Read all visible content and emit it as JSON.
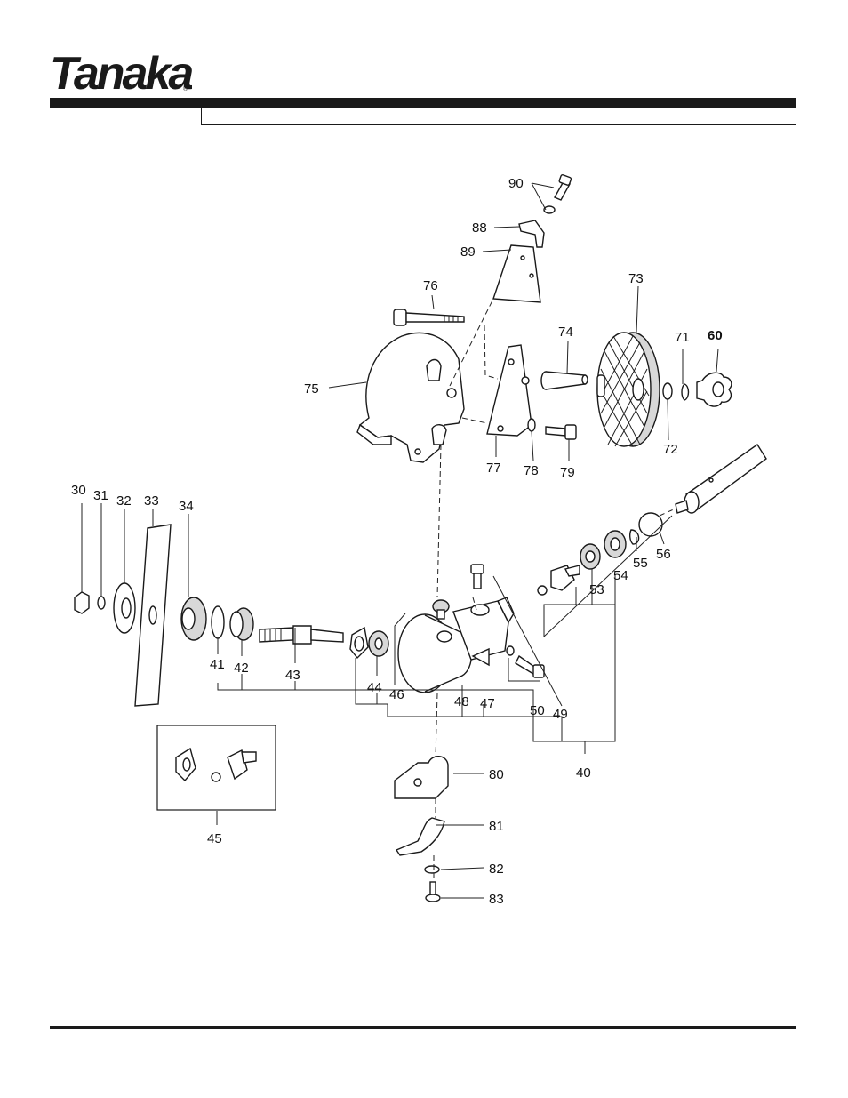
{
  "brand": {
    "logo_text": "Tanaka",
    "registered_mark": "®",
    "color": "#1a1a1a"
  },
  "callouts": [
    {
      "id": "30",
      "label": "30"
    },
    {
      "id": "31",
      "label": "31"
    },
    {
      "id": "32",
      "label": "32"
    },
    {
      "id": "33",
      "label": "33"
    },
    {
      "id": "34",
      "label": "34"
    },
    {
      "id": "40",
      "label": "40"
    },
    {
      "id": "41",
      "label": "41"
    },
    {
      "id": "42",
      "label": "42"
    },
    {
      "id": "43",
      "label": "43"
    },
    {
      "id": "44",
      "label": "44"
    },
    {
      "id": "45",
      "label": "45"
    },
    {
      "id": "46",
      "label": "46"
    },
    {
      "id": "47",
      "label": "47"
    },
    {
      "id": "48",
      "label": "48"
    },
    {
      "id": "49",
      "label": "49"
    },
    {
      "id": "50",
      "label": "50"
    },
    {
      "id": "53",
      "label": "53"
    },
    {
      "id": "54",
      "label": "54"
    },
    {
      "id": "55",
      "label": "55"
    },
    {
      "id": "56",
      "label": "56"
    },
    {
      "id": "60",
      "label": "60"
    },
    {
      "id": "71",
      "label": "71"
    },
    {
      "id": "72",
      "label": "72"
    },
    {
      "id": "73",
      "label": "73"
    },
    {
      "id": "74",
      "label": "74"
    },
    {
      "id": "75",
      "label": "75"
    },
    {
      "id": "76",
      "label": "76"
    },
    {
      "id": "77",
      "label": "77"
    },
    {
      "id": "78",
      "label": "78"
    },
    {
      "id": "79",
      "label": "79"
    },
    {
      "id": "80",
      "label": "80"
    },
    {
      "id": "81",
      "label": "81"
    },
    {
      "id": "82",
      "label": "82"
    },
    {
      "id": "83",
      "label": "83"
    },
    {
      "id": "88",
      "label": "88"
    },
    {
      "id": "89",
      "label": "89"
    },
    {
      "id": "90",
      "label": "90"
    }
  ]
}
